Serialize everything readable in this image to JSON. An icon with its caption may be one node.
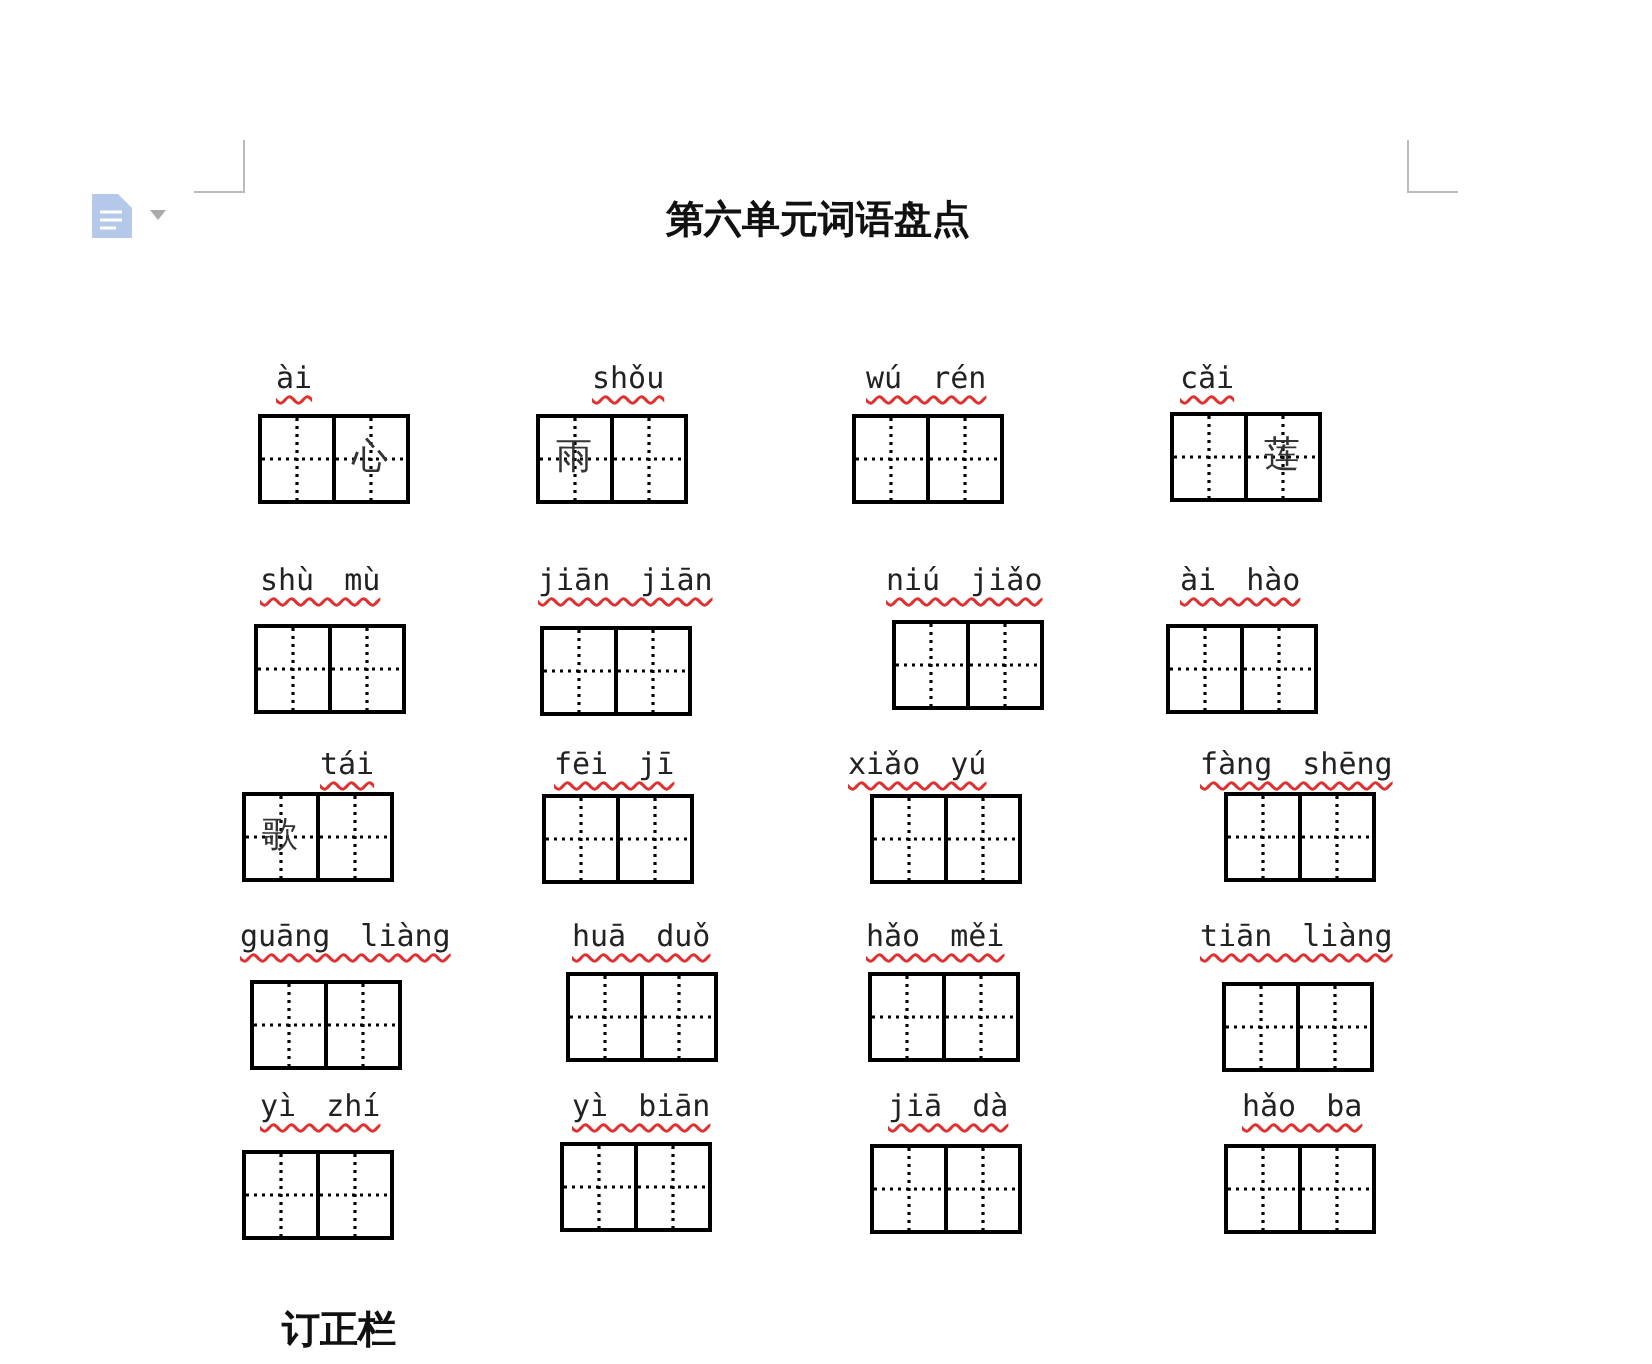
{
  "diagram": {
    "title": "第六单元词语盘点",
    "nodes": [
      {
        "text": [
          "ài"
        ]
      },
      {
        "text": [],
        "shape": "box",
        "in": 0
      },
      {
        "text": [
          "心"
        ],
        "in": 0
      },
      {
        "text": [
          "shǒu"
        ]
      },
      {
        "text": [
          "雨"
        ],
        "in": 3
      },
      {
        "text": [],
        "shape": "box",
        "in": 3
      },
      {
        "text": [
          "wú rén"
        ]
      },
      {
        "text": [],
        "shape": "box",
        "in": 6
      },
      {
        "text": [],
        "shape": "box",
        "in": 6
      },
      {
        "text": [
          "cǎi"
        ]
      },
      {
        "text": [],
        "shape": "box",
        "in": 9
      },
      {
        "text": [
          "莲"
        ],
        "in": 9
      },
      {
        "text": [
          "shù mù"
        ]
      },
      {
        "text": [],
        "shape": "box",
        "in": 12
      },
      {
        "text": [],
        "shape": "box",
        "in": 12
      },
      {
        "text": [
          "jiān jiān"
        ]
      },
      {
        "text": [],
        "shape": "box",
        "in": 15
      },
      {
        "text": [],
        "shape": "box",
        "in": 15
      },
      {
        "text": [
          "niú jiǎo"
        ]
      },
      {
        "text": [],
        "shape": "box",
        "in": 18
      },
      {
        "text": [],
        "shape": "box",
        "in": 18
      },
      {
        "text": [
          "ài hào"
        ]
      },
      {
        "text": [],
        "shape": "box",
        "in": 21
      },
      {
        "text": [],
        "shape": "box",
        "in": 21
      },
      {
        "text": [
          "tái"
        ]
      },
      {
        "text": [
          "歌"
        ],
        "in": 24
      },
      {
        "text": [],
        "shape": "box",
        "in": 24
      },
      {
        "text": [
          "fēi jī"
        ]
      },
      {
        "text": [],
        "shape": "box",
        "in": 27
      },
      {
        "text": [],
        "shape": "box",
        "in": 27
      },
      {
        "text": [
          "xiǎo yú"
        ]
      },
      {
        "text": [],
        "shape": "box",
        "in": 30
      },
      {
        "text": [],
        "shape": "box",
        "in": 30
      },
      {
        "text": [
          "fàng shēng"
        ]
      },
      {
        "text": [],
        "shape": "box",
        "in": 33
      },
      {
        "text": [],
        "shape": "box",
        "in": 33
      },
      {
        "text": [
          "guāng liàng"
        ]
      },
      {
        "text": [],
        "shape": "box",
        "in": 36
      },
      {
        "text": [],
        "shape": "box",
        "in": 36
      },
      {
        "text": [
          "huā duǒ"
        ]
      },
      {
        "text": [],
        "shape": "box",
        "in": 39
      },
      {
        "text": [],
        "shape": "box",
        "in": 39
      },
      {
        "text": [
          "hǎo měi"
        ]
      },
      {
        "text": [],
        "shape": "box",
        "in": 42
      },
      {
        "text": [],
        "shape": "box",
        "in": 42
      },
      {
        "text": [
          "tiān liàng"
        ]
      },
      {
        "text": [],
        "shape": "box",
        "in": 45
      },
      {
        "text": [],
        "shape": "box",
        "in": 45
      },
      {
        "text": [
          "yì zhí"
        ]
      },
      {
        "text": [],
        "shape": "box",
        "in": 48
      },
      {
        "text": [],
        "shape": "box",
        "in": 48
      },
      {
        "text": [
          "yì biān"
        ]
      },
      {
        "text": [],
        "shape": "box",
        "in": 51
      },
      {
        "text": [],
        "shape": "box",
        "in": 51
      },
      {
        "text": [
          "jiā dà"
        ]
      },
      {
        "text": [],
        "shape": "box",
        "in": 54
      },
      {
        "text": [],
        "shape": "box",
        "in": 54
      },
      {
        "text": [
          "hǎo ba"
        ]
      },
      {
        "text": [],
        "shape": "box",
        "in": 57
      },
      {
        "text": [],
        "shape": "box",
        "in": 57
      }
    ],
    "labels": [
      "订正栏"
    ]
  }
}
